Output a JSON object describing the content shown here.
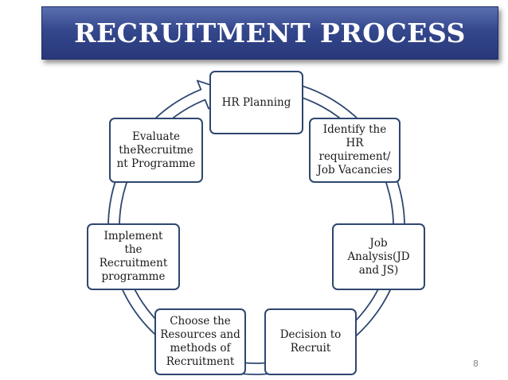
{
  "slide": {
    "title": "RECRUITMENT PROCESS",
    "page_number": "8"
  },
  "diagram": {
    "type": "cycle",
    "steps": [
      {
        "id": "hr-planning",
        "label": "HR Planning"
      },
      {
        "id": "identify-requirement",
        "label": "Identify the\nHR\nrequirement/\nJob Vacancies"
      },
      {
        "id": "job-analysis",
        "label": "Job\nAnalysis(JD\nand JS)"
      },
      {
        "id": "decision-to-recruit",
        "label": "Decision to\nRecruit"
      },
      {
        "id": "choose-resources",
        "label": "Choose the\nResources and\nmethods of\nRecruitment"
      },
      {
        "id": "implement-programme",
        "label": "Implement\nthe\nRecruitment\nprogramme"
      },
      {
        "id": "evaluate-programme",
        "label": "Evaluate\ntheRecruitme\nnt Programme"
      }
    ],
    "colors": {
      "title_bar": "#34478c",
      "node_border": "#2e4770",
      "cycle_arrow_fill": "#ffffff",
      "cycle_arrow_stroke": "#2e4770"
    }
  }
}
